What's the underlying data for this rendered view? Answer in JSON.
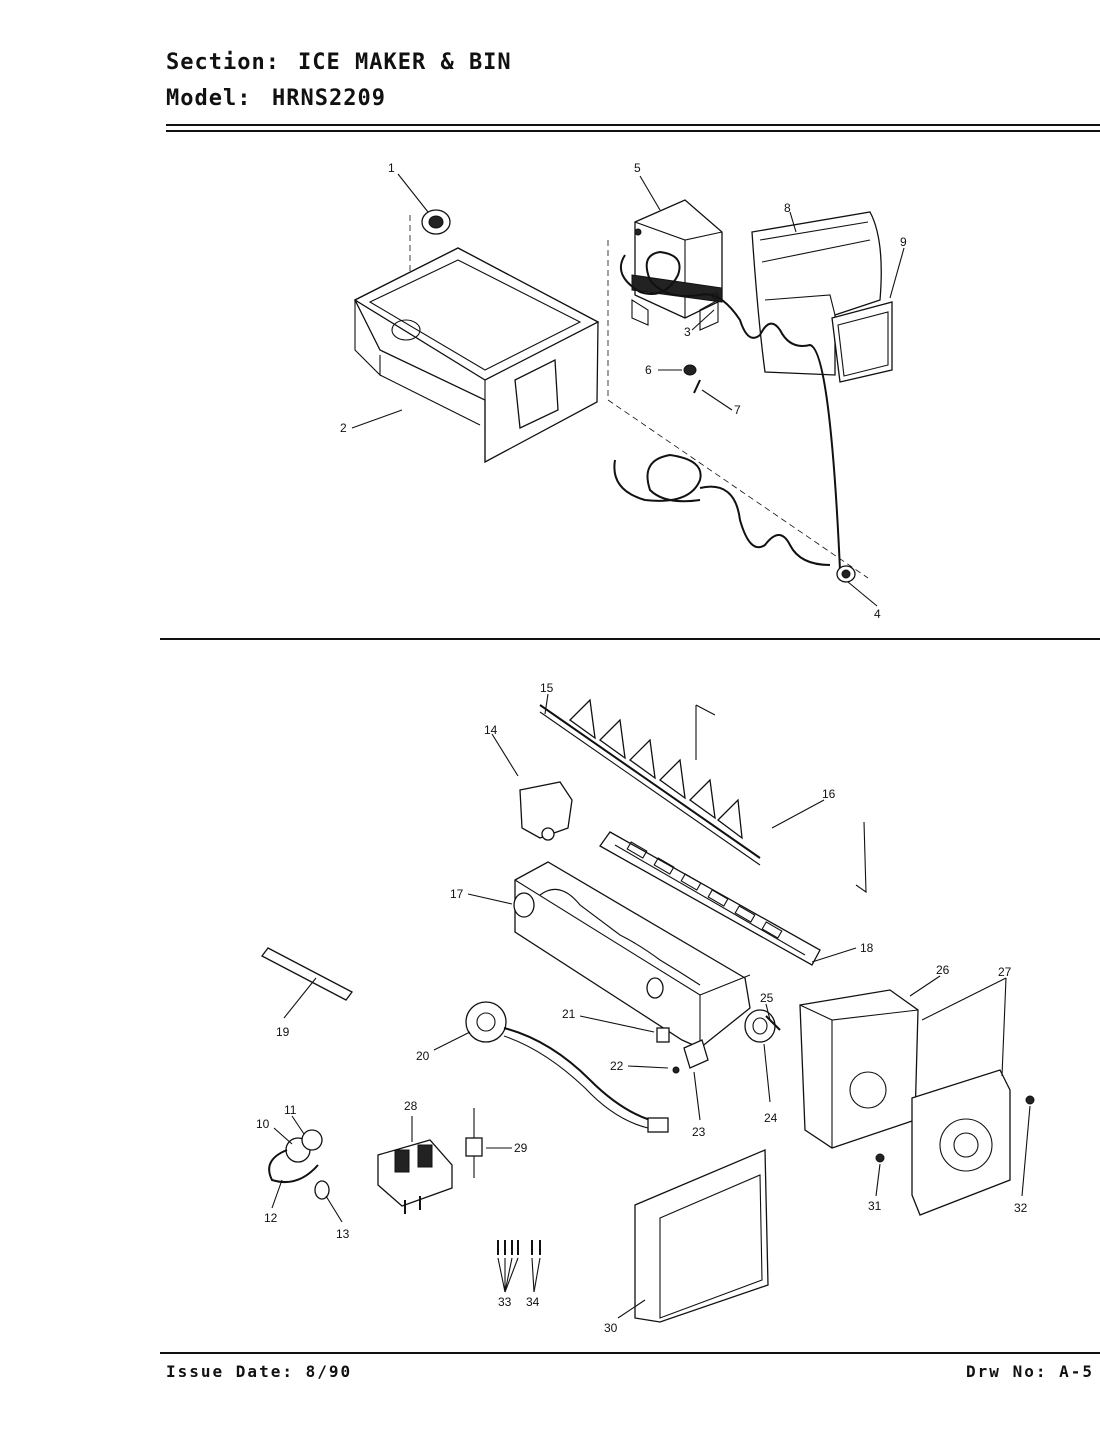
{
  "header": {
    "section_label": "Section:",
    "section_value": "ICE MAKER & BIN",
    "model_label": "Model:",
    "model_value": "HRNS2209"
  },
  "footer": {
    "issue_date": "Issue Date: 8/90",
    "drawing_no": "Drw No: A-5"
  },
  "callouts": [
    "1",
    "2",
    "3",
    "4",
    "5",
    "6",
    "7",
    "8",
    "9",
    "10",
    "11",
    "12",
    "13",
    "14",
    "15",
    "16",
    "17",
    "18",
    "19",
    "20",
    "21",
    "22",
    "23",
    "24",
    "25",
    "26",
    "27",
    "28",
    "29",
    "30",
    "31",
    "32",
    "33",
    "34"
  ]
}
